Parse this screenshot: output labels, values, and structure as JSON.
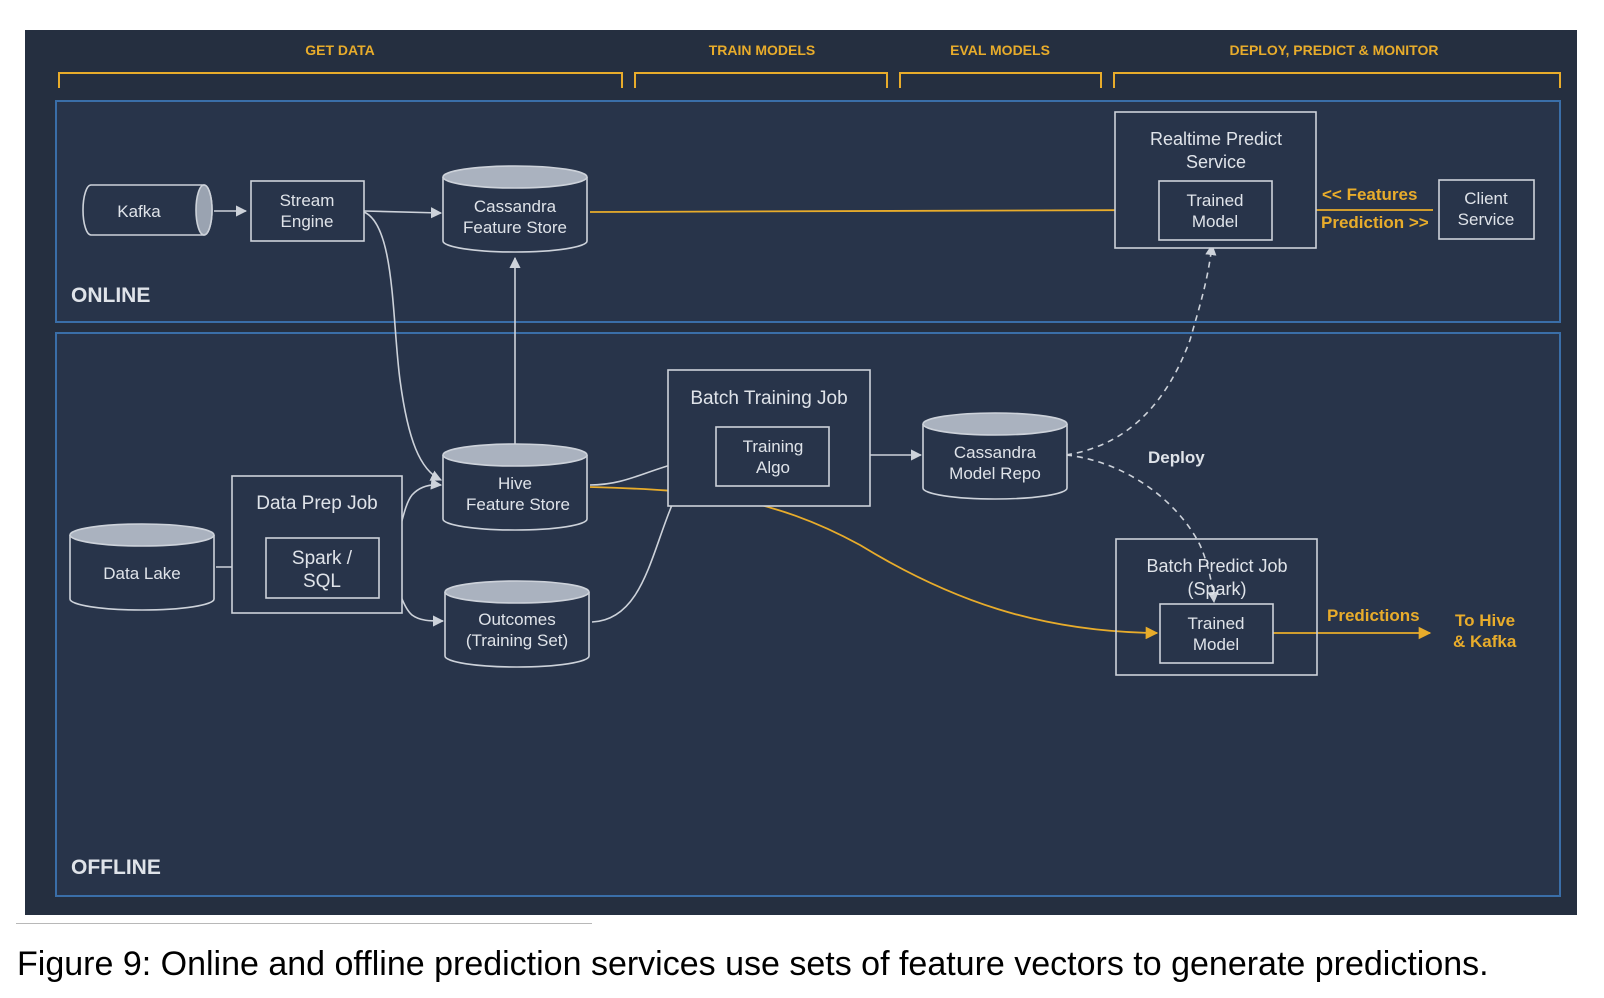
{
  "stages": {
    "get_data": "GET DATA",
    "train_models": "TRAIN MODELS",
    "eval_models": "EVAL MODELS",
    "deploy_predict_monitor": "DEPLOY, PREDICT & MONITOR"
  },
  "sections": {
    "online": "ONLINE",
    "offline": "OFFLINE"
  },
  "nodes": {
    "kafka": [
      "Kafka"
    ],
    "stream_engine": [
      "Stream",
      "Engine"
    ],
    "cassandra_feature_store": [
      "Cassandra",
      "Feature Store"
    ],
    "realtime_predict_service": [
      "Realtime Predict",
      "Service"
    ],
    "trained_model_online": [
      "Trained",
      "Model"
    ],
    "client_service": [
      "Client",
      "Service"
    ],
    "data_lake": [
      "Data Lake"
    ],
    "data_prep_job": [
      "Data Prep Job"
    ],
    "spark_sql": [
      "Spark /",
      "SQL"
    ],
    "hive_feature_store": [
      "Hive",
      "Feature Store"
    ],
    "outcomes": [
      "Outcomes",
      "(Training Set)"
    ],
    "batch_training_job": [
      "Batch Training Job"
    ],
    "training_algo": [
      "Training",
      "Algo"
    ],
    "cassandra_model_repo": [
      "Cassandra",
      "Model Repo"
    ],
    "batch_predict_job": [
      "Batch Predict Job",
      "(Spark)"
    ],
    "trained_model_batch": [
      "Trained",
      "Model"
    ]
  },
  "edge_labels": {
    "features": "<< Features",
    "prediction": "Prediction >>",
    "deploy": "Deploy",
    "predictions": "Predictions",
    "to_hive_kafka": [
      "To Hive",
      "& Kafka"
    ]
  },
  "colors": {
    "background": "#252f40",
    "frame": "#1e2430",
    "border_blue": "#3a6ea8",
    "stroke": "#cdd2da",
    "accent": "#e8ac2b",
    "label": "#dfe3e9"
  },
  "caption": "Figure 9: Online and offline prediction services use sets of feature vectors to generate predictions."
}
